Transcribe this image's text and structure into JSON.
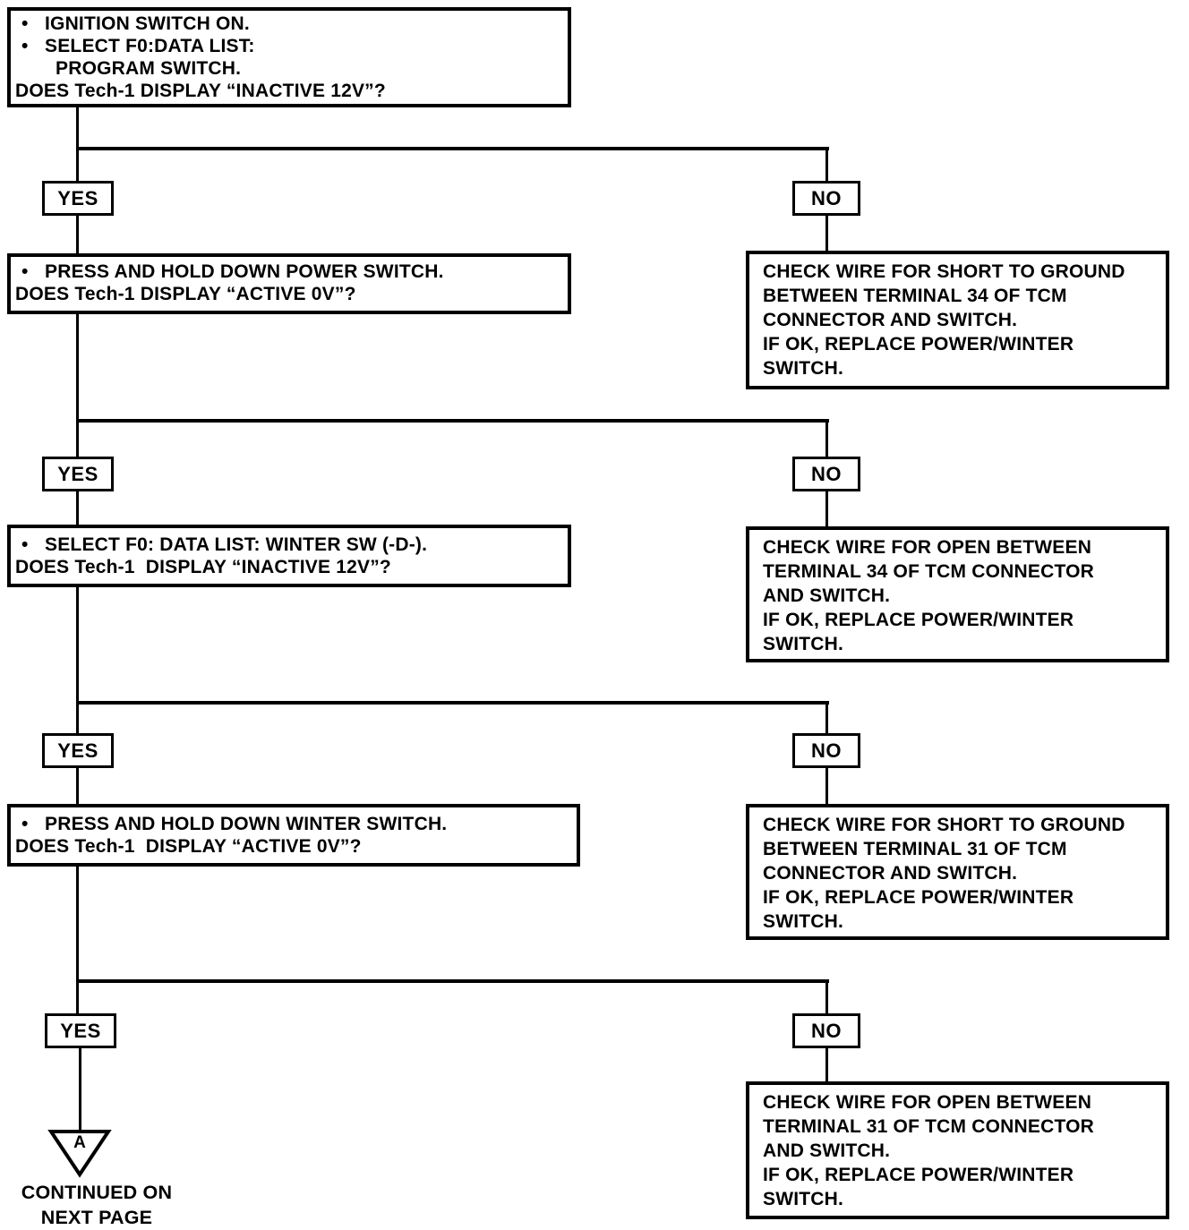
{
  "colors": {
    "ink": "#000000",
    "paper": "#ffffff"
  },
  "labels": {
    "yes": "YES",
    "no": "NO",
    "bullet": "•"
  },
  "steps": [
    {
      "question": {
        "line1": "IGNITION SWITCH ON.",
        "line2": "SELECT F0:DATA LIST:",
        "line3": "PROGRAM SWITCH.",
        "prompt": "DOES Tech-1 DISPLAY “INACTIVE 12V”?"
      },
      "no_action": {
        "line1": "CHECK WIRE FOR SHORT TO GROUND",
        "line2": "BETWEEN TERMINAL 34 OF TCM",
        "line3": "CONNECTOR AND SWITCH.",
        "line4": "IF OK, REPLACE POWER/WINTER",
        "line5": "SWITCH."
      }
    },
    {
      "question": {
        "line1": "PRESS AND HOLD DOWN POWER SWITCH.",
        "prompt": "DOES Tech-1 DISPLAY “ACTIVE 0V”?"
      },
      "no_action": {
        "line1": "CHECK WIRE FOR OPEN BETWEEN",
        "line2": "TERMINAL 34 OF TCM CONNECTOR",
        "line3": "AND SWITCH.",
        "line4": "IF OK, REPLACE POWER/WINTER",
        "line5": "SWITCH."
      }
    },
    {
      "question": {
        "line1": "SELECT F0: DATA LIST: WINTER SW (-D-).",
        "prompt": "DOES Tech-1  DISPLAY “INACTIVE 12V”?"
      },
      "no_action": {
        "line1": "CHECK WIRE FOR SHORT TO GROUND",
        "line2": "BETWEEN TERMINAL 31 OF TCM",
        "line3": "CONNECTOR AND SWITCH.",
        "line4": "IF OK, REPLACE POWER/WINTER",
        "line5": "SWITCH."
      }
    },
    {
      "question": {
        "line1": "PRESS AND HOLD DOWN WINTER SWITCH.",
        "prompt": "DOES Tech-1  DISPLAY “ACTIVE 0V”?"
      },
      "no_action": {
        "line1": "CHECK WIRE FOR OPEN BETWEEN",
        "line2": "TERMINAL 31 OF TCM CONNECTOR",
        "line3": "AND SWITCH.",
        "line4": "IF OK, REPLACE POWER/WINTER",
        "line5": "SWITCH."
      }
    }
  ],
  "footer": {
    "connector": "A",
    "line1": "CONTINUED ON",
    "line2": "NEXT PAGE"
  }
}
